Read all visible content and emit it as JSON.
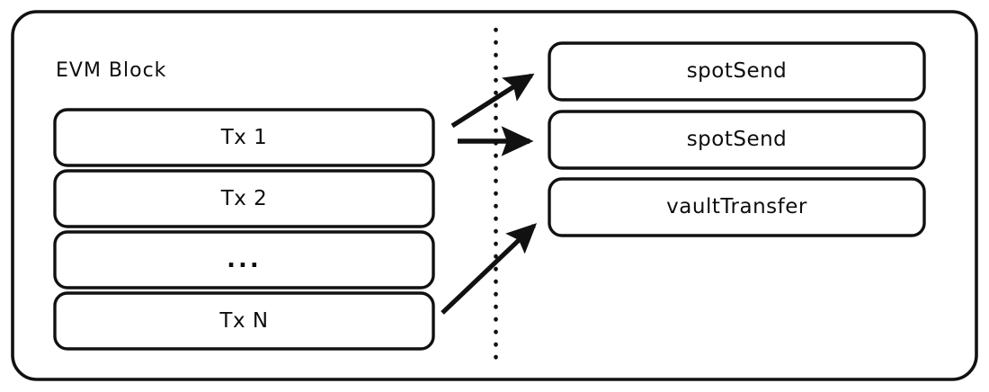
{
  "diagram": {
    "type": "flow-diagram",
    "background_color": "#ffffff",
    "stroke_color": "#111111",
    "text_color": "#0d0d0d",
    "outer_container": {
      "label": "EVM Block",
      "shape": "rounded-rectangle"
    },
    "divider": {
      "name": "dotted-vertical-divider",
      "style": "dotted",
      "orientation": "vertical"
    },
    "left_column": {
      "name": "evm-transaction-list",
      "items": [
        {
          "label": "Tx 1"
        },
        {
          "label": "Tx 2"
        },
        {
          "label": "..."
        },
        {
          "label": "Tx N"
        }
      ]
    },
    "right_column": {
      "name": "core-action-list",
      "items": [
        {
          "label": "spotSend"
        },
        {
          "label": "spotSend"
        },
        {
          "label": "vaultTransfer"
        }
      ]
    },
    "arrows": [
      {
        "name": "arrow-tx1-to-spotsend-1",
        "from": "Tx 1",
        "to": "spotSend",
        "direction": "up-right"
      },
      {
        "name": "arrow-tx1-to-spotsend-2",
        "from": "Tx 1",
        "to": "spotSend",
        "direction": "right"
      },
      {
        "name": "arrow-txn-to-vaulttransfer",
        "from": "Tx N",
        "to": "vaultTransfer",
        "direction": "up-right"
      }
    ]
  }
}
